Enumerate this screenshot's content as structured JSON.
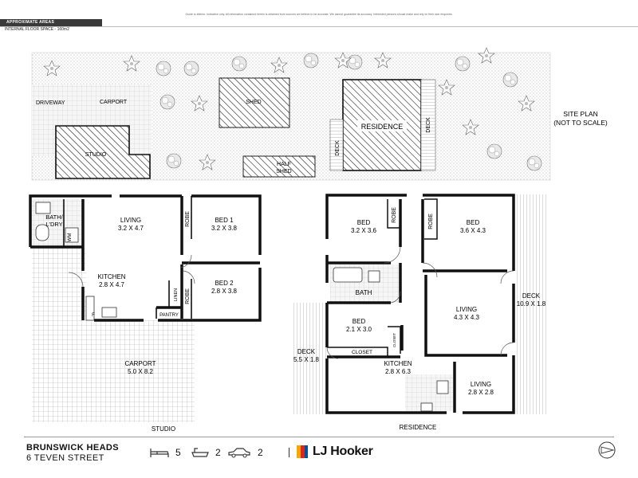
{
  "header": {
    "tag": "APPROXIMATE AREAS",
    "floor_space": "INTERNAL FLOOR SPACE - 160m2",
    "disclaimer": "Guide to interior. Indicative only. All information contained herein is obtained from sources we believe to be accurate. We cannot guarantee its accuracy. Interested persons should make and rely on their own enquiries."
  },
  "site_plan": {
    "title_line1": "SITE PLAN",
    "title_line2": "(NOT TO SCALE)",
    "labels": {
      "driveway": "DRIVEWAY",
      "carport": "CARPORT",
      "studio": "STUDIO",
      "shed": "SHED",
      "half_shed_1": "HALF",
      "half_shed_2": "SHED",
      "residence": "RESIDENCE",
      "deck_left": "DECK",
      "deck_right": "DECK"
    }
  },
  "studio_plan": {
    "caption": "STUDIO",
    "rooms": {
      "bath_1": "BATH/",
      "bath_2": "L'DRY",
      "wm": "WM",
      "living": "LIVING",
      "living_size": "3.2 X 4.7",
      "robe_1": "ROBE",
      "bed1": "BED 1",
      "bed1_size": "3.2 X 3.8",
      "kitchen": "KITCHEN",
      "kitchen_size": "2.8 X 4.7",
      "linen": "LINEN",
      "robe_2": "ROBE",
      "bed2": "BED 2",
      "bed2_size": "2.8 X 3.8",
      "pantry": "PANTRY",
      "fridge": "F",
      "carport": "CARPORT",
      "carport_size": "5.0 X 8.2"
    }
  },
  "residence_plan": {
    "caption": "RESIDENCE",
    "rooms": {
      "bed_a": "BED",
      "bed_a_size": "3.2 X 3.6",
      "robe_a": "ROBE",
      "robe_b": "ROBE",
      "bed_b": "BED",
      "bed_b_size": "3.6 X 4.3",
      "bath": "BATH",
      "deck_right": "DECK",
      "deck_right_size": "10.9 X 1.8",
      "living_a": "LIVING",
      "living_a_size": "4.3 X 4.3",
      "bed_c": "BED",
      "bed_c_size": "2.1 X 3.0",
      "closet": "CLOSET",
      "closet_small": "CLOSET",
      "deck_left": "DECK",
      "deck_left_size": "5.5 X 1.8",
      "kitchen": "KITCHEN",
      "kitchen_size": "2.8 X 6.3",
      "living_b": "LIVING",
      "living_b_size": "2.8 X 2.8"
    }
  },
  "footer": {
    "suburb": "BRUNSWICK HEADS",
    "street": "6 TEVEN STREET",
    "beds": "5",
    "baths": "2",
    "cars": "2",
    "brand": "LJ Hooker",
    "brand_colors": [
      "#f2a900",
      "#e2231a",
      "#00529b"
    ]
  }
}
